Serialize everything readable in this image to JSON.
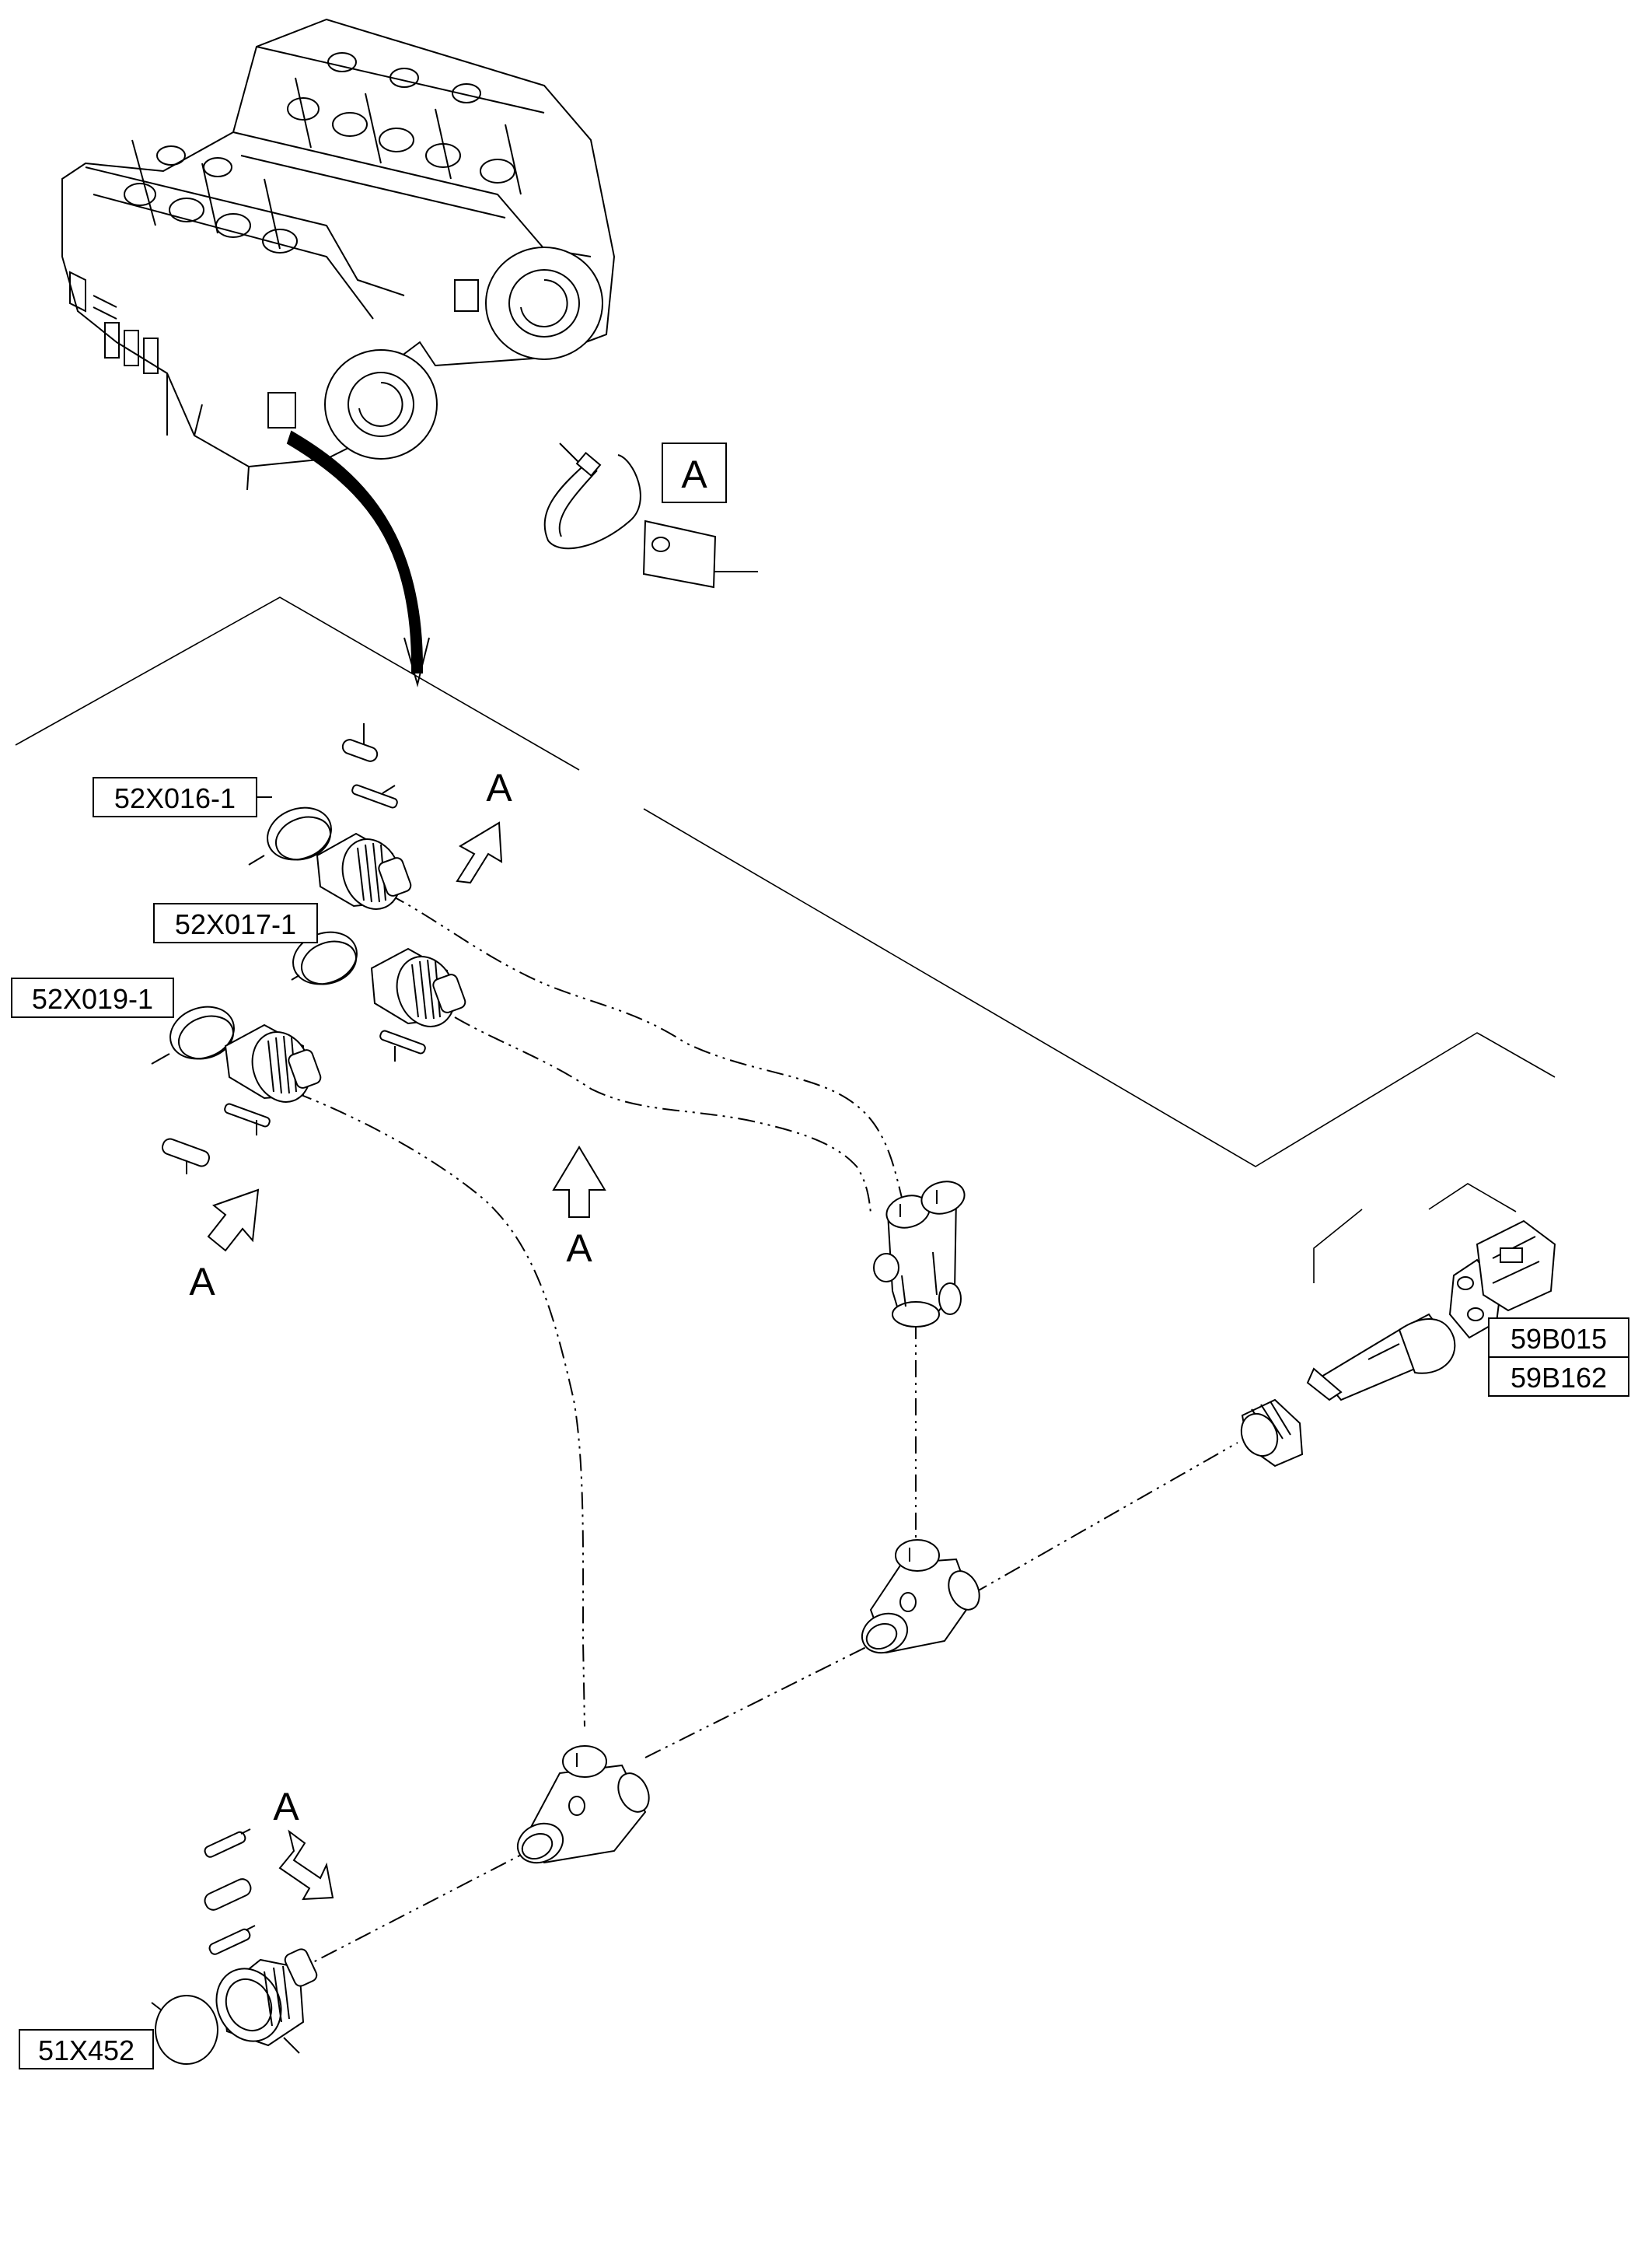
{
  "labels": {
    "c_52X016_1": "52X016-1",
    "c_52X017_1": "52X017-1",
    "c_52X019_1": "52X019-1",
    "c_51X452": "51X452",
    "s_59B015": "59B015",
    "s_59B162": "59B162"
  },
  "view_marks": {
    "legend": "A",
    "a1": "A",
    "a2": "A",
    "a3": "A",
    "a4": "A"
  }
}
